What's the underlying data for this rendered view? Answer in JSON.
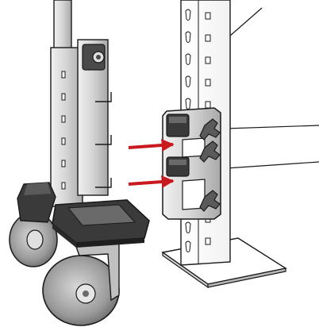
{
  "diagram": {
    "kind": "technical-illustration",
    "components": [
      "caster-dolly-frame",
      "swivel-caster-wheel",
      "front-caster-wheel",
      "clamp-bracket",
      "shelving-upright-post",
      "upright-base-plate",
      "mounting-clip",
      "wing-knob"
    ],
    "arrows": {
      "count": 2,
      "meaning": "attach-bracket-to-upright"
    },
    "colors": {
      "outline": "#1a1a1a",
      "metal": "#c9c9c9",
      "metal_light": "#e6e6e6",
      "metal_dark": "#8a8a8a",
      "rubber": "#3a3a3a",
      "arrow": "#c8191e",
      "background": "#ffffff"
    }
  }
}
